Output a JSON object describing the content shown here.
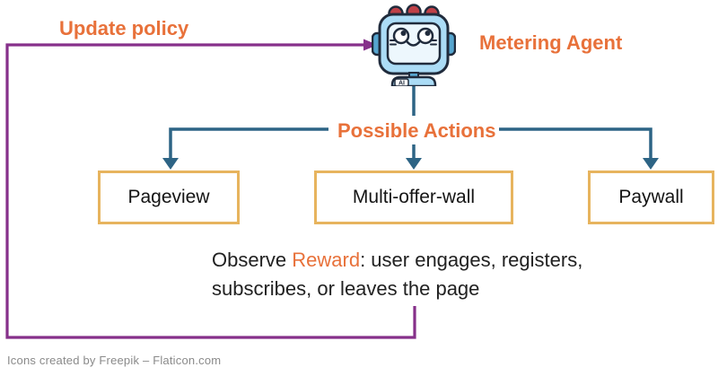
{
  "loop": {
    "update_policy_label": "Update policy"
  },
  "agent": {
    "label": "Metering Agent",
    "robot_badge": "AI"
  },
  "actions": {
    "label": "Possible Actions",
    "options": [
      {
        "label": "Pageview"
      },
      {
        "label": "Multi-offer-wall"
      },
      {
        "label": "Paywall"
      }
    ]
  },
  "reward": {
    "prefix": "Observe ",
    "keyword": "Reward",
    "suffix": ": user engages, registers,",
    "line2": "subscribes, or leaves the page"
  },
  "footer": {
    "credit": "Icons created by Freepik – Flaticon.com"
  },
  "colors": {
    "orange_accent": "#E8713A",
    "purple_loop": "#86308A",
    "blue_connector": "#2D6485",
    "box_border": "#E7B45E",
    "body_text": "#212121",
    "footer_gray": "#8A8A8A",
    "robot_light_blue": "#ABDCF6",
    "robot_dark_outline": "#202B3C"
  }
}
